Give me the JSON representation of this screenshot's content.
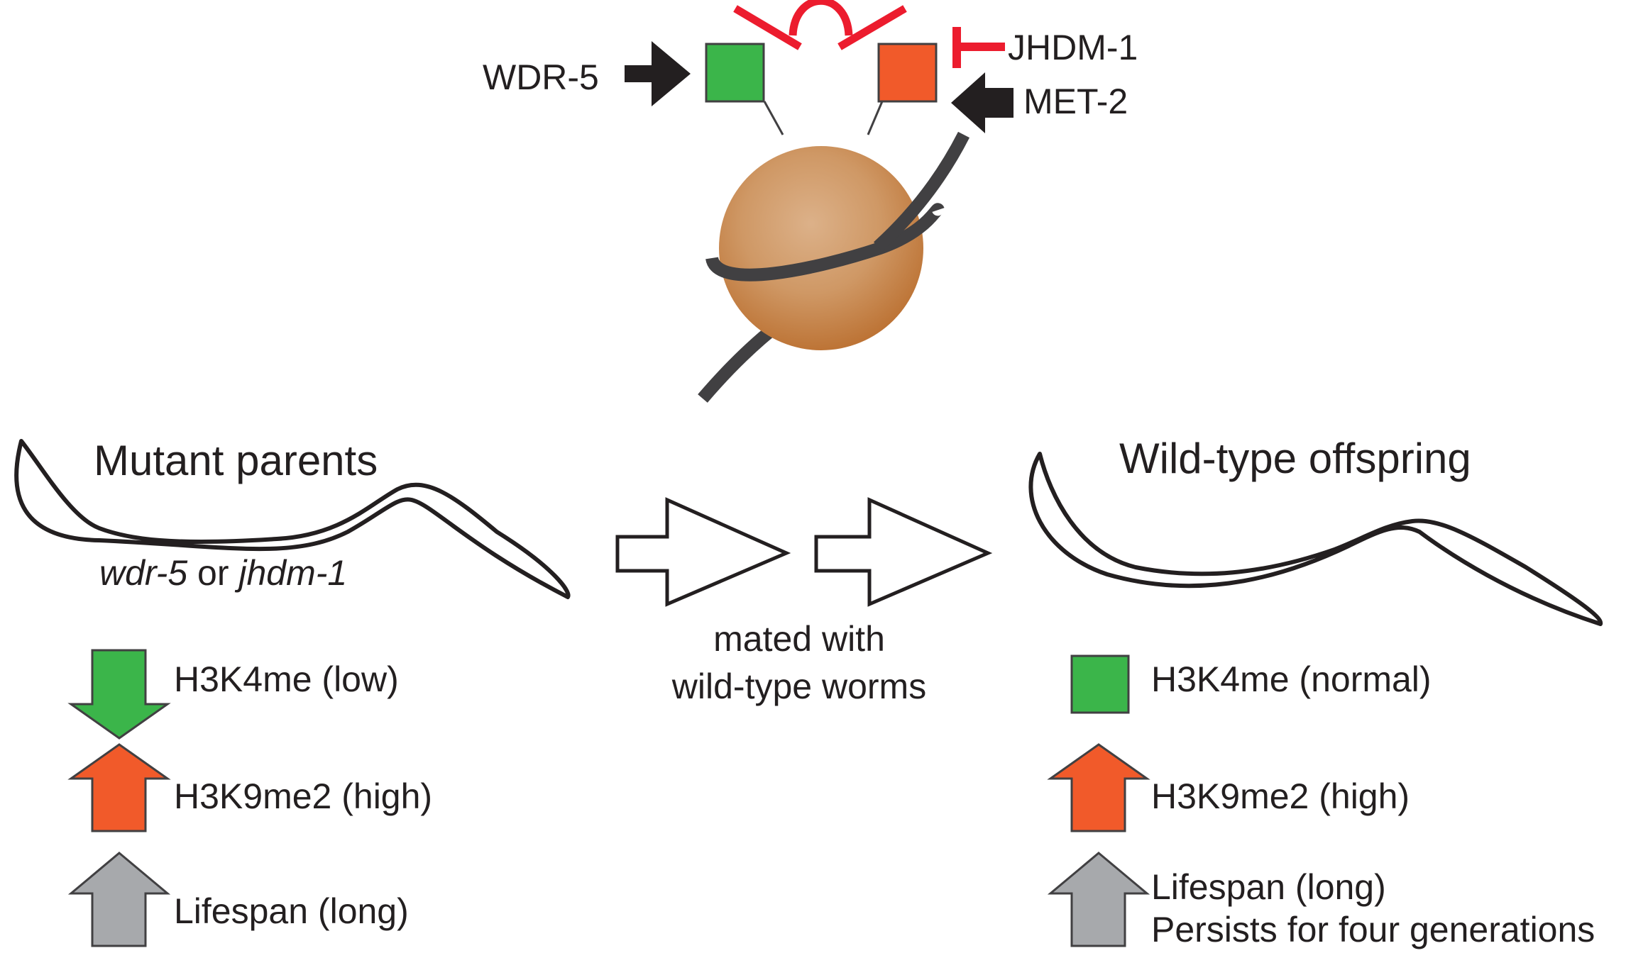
{
  "top": {
    "wdr5_label": "WDR-5",
    "jhdm1_label": "JHDM-1",
    "met2_label": "MET-2"
  },
  "left": {
    "title": "Mutant parents",
    "genotype_a": "wdr-5",
    "genotype_or": " or ",
    "genotype_b": "jhdm-1",
    "items": [
      {
        "label": "H3K4me (low)",
        "direction": "down",
        "color": "#3bb54a"
      },
      {
        "label": "H3K9me2 (high)",
        "direction": "up",
        "color": "#f15a2a"
      },
      {
        "label": "Lifespan (long)",
        "direction": "up",
        "color": "#a7a9ac"
      }
    ]
  },
  "middle": {
    "line1": "mated with",
    "line2": "wild-type worms"
  },
  "right": {
    "title": "Wild-type offspring",
    "items": [
      {
        "label": "H3K4me (normal)",
        "marker": "square",
        "color": "#3bb54a"
      },
      {
        "label": "H3K9me2 (high)",
        "direction": "up",
        "color": "#f15a2a"
      },
      {
        "label": "Lifespan (long)",
        "direction": "up",
        "color": "#a7a9ac"
      }
    ],
    "note": "Persists for four generations"
  },
  "colors": {
    "green": "#3bb54a",
    "orange": "#f15a2a",
    "gray": "#a7a9ac",
    "red_inhibit": "#ec1c2e",
    "nucleosome": "#c47f43",
    "dna": "#414042",
    "text": "#231f20"
  }
}
